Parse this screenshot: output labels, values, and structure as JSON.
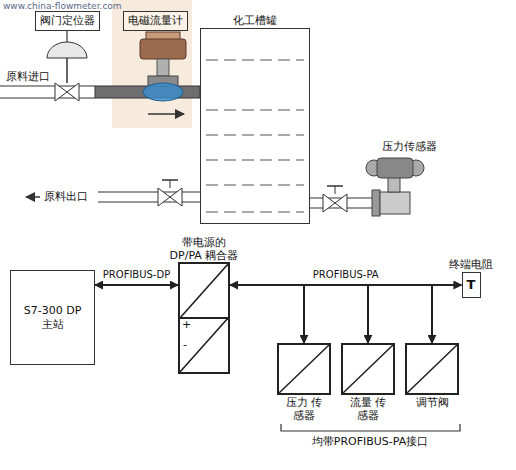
{
  "diagram": {
    "nodes": [
      {
        "text": [
          "阀门定位器"
        ]
      },
      {
        "text": [
          "电磁流量计"
        ]
      },
      {
        "text": [
          "化工槽罐"
        ]
      },
      {
        "text": [
          "S7-300 DP主站"
        ]
      },
      {
        "text": [
          "带电源的 DP/PA 耦合器"
        ]
      },
      {
        "text": [
          "终端电阻",
          "T"
        ]
      },
      {
        "text": [
          "压力 传感器"
        ]
      },
      {
        "text": [
          "流量 传感器"
        ]
      },
      {
        "text": [
          "调节阀"
        ]
      }
    ],
    "edges": [
      {
        "from": 3,
        "to": 4,
        "arrow": "both",
        "label": "PROFIBUS-DP"
      },
      {
        "from": 4,
        "to": 5,
        "arrow": "both",
        "label": "PROFIBUS-PA"
      },
      {
        "from": 4,
        "to": 6,
        "arrow": "to"
      },
      {
        "from": 4,
        "to": 7,
        "arrow": "to"
      },
      {
        "from": 4,
        "to": 8,
        "arrow": "to"
      }
    ],
    "labels": [
      "www.china-flowmeter.com",
      "原料进口",
      "原料出口",
      "压力传感器",
      "+",
      "-",
      "均带PROFIBUS-PA接口"
    ]
  }
}
